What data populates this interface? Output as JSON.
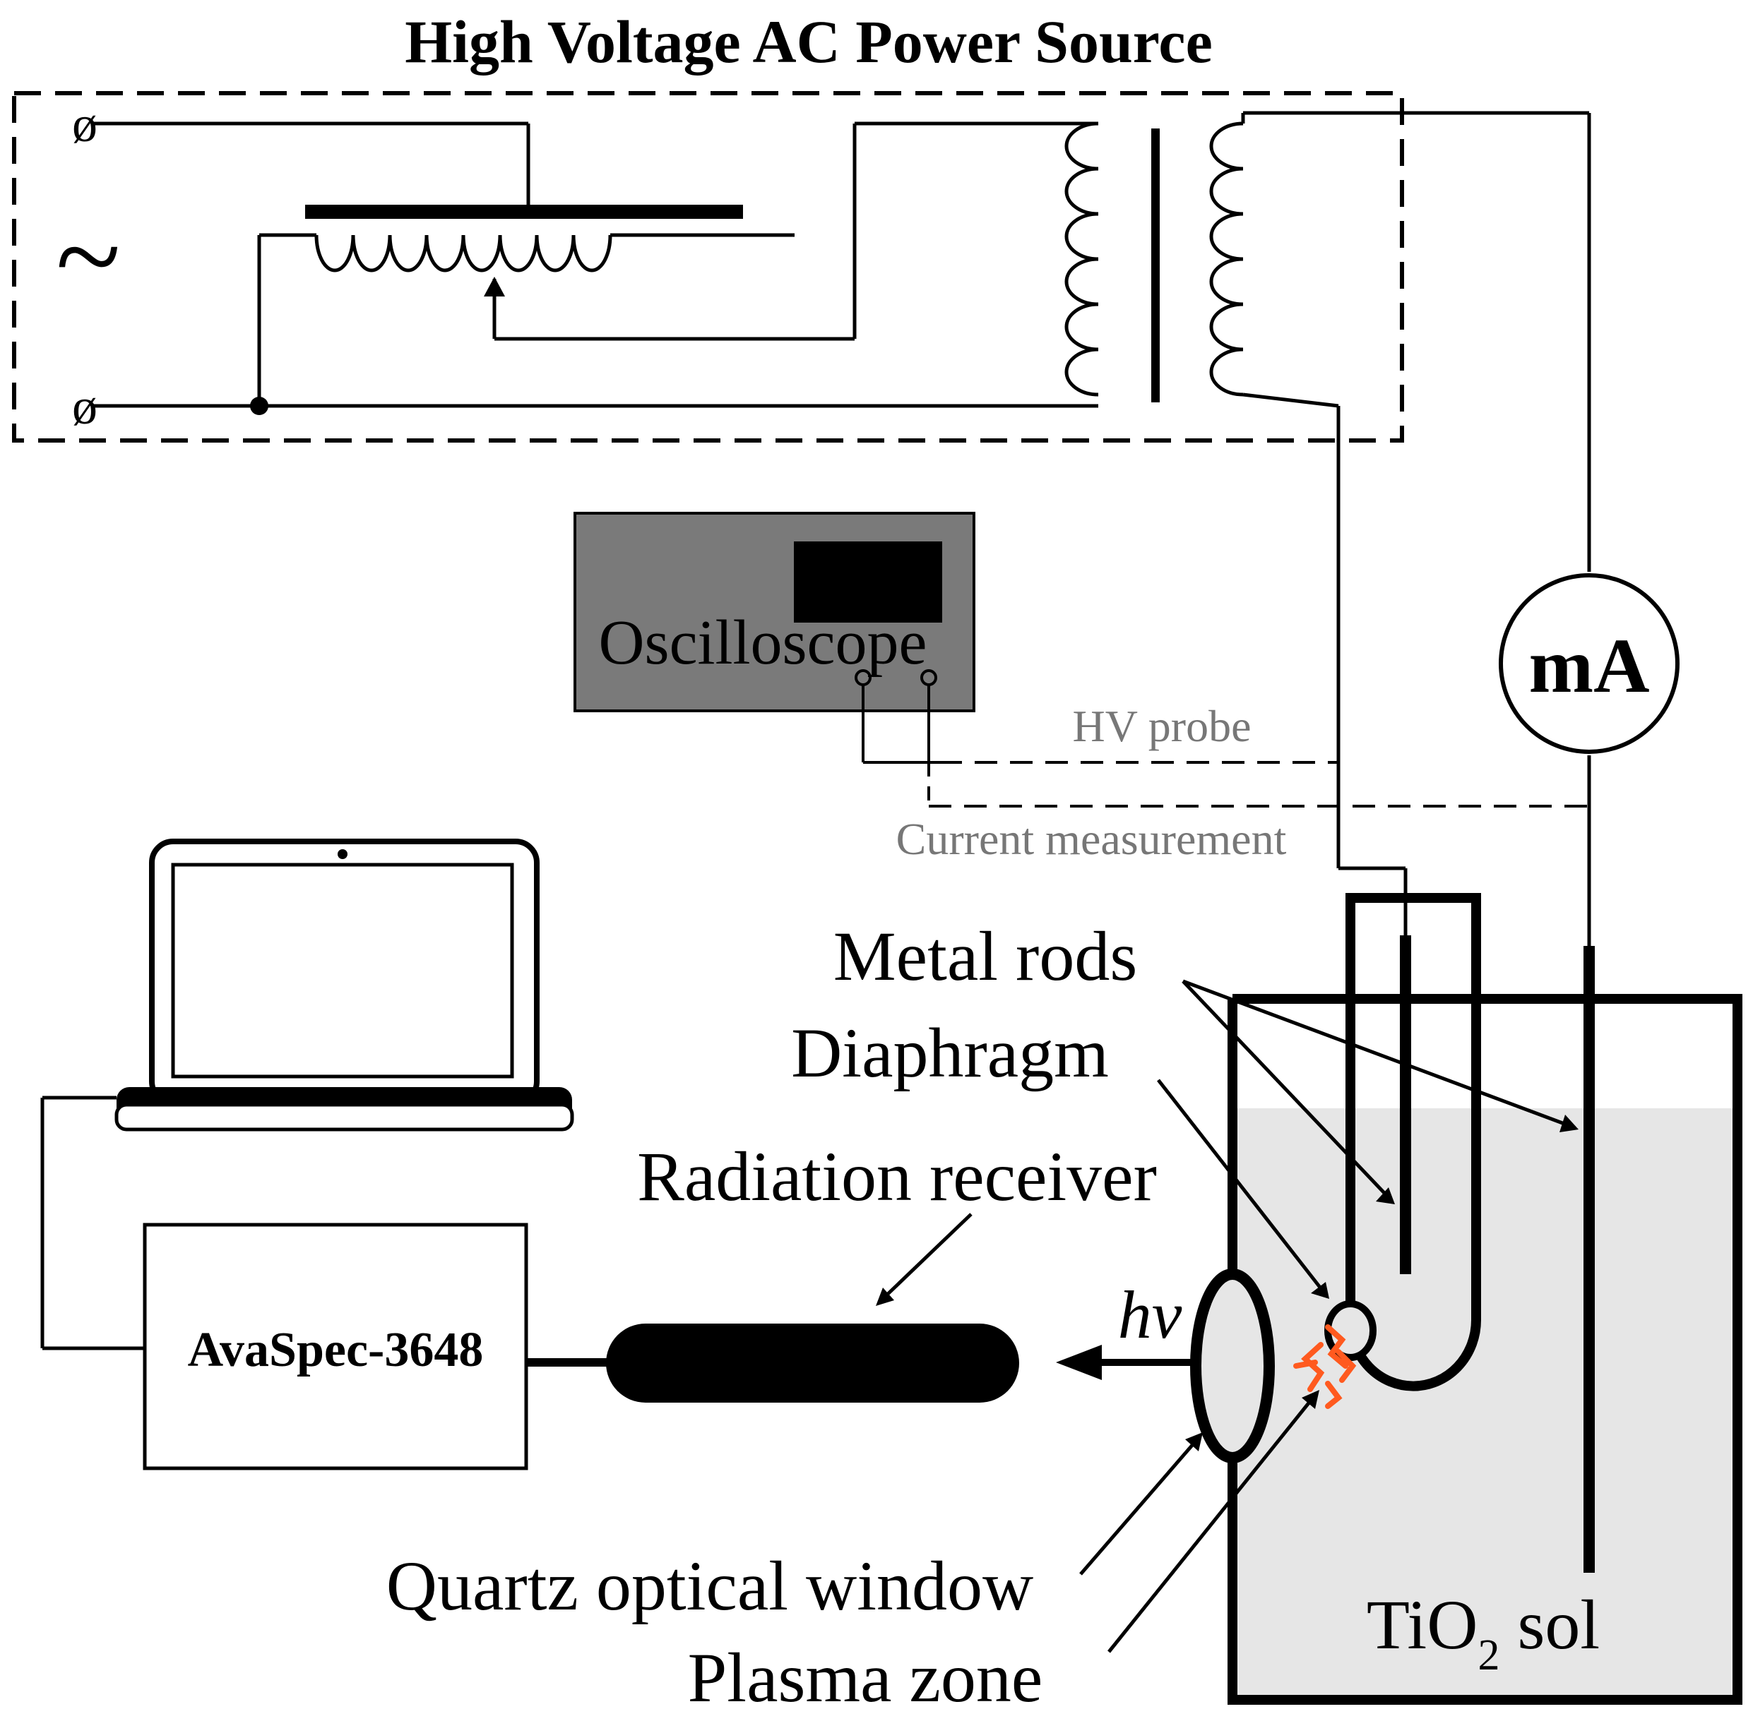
{
  "title": "High Voltage AC Power Source",
  "ac_symbol": "~",
  "terminal_symbol": "ø",
  "oscilloscope": {
    "label": "Oscilloscope"
  },
  "hv_probe_label": "HV probe",
  "current_measurement_label": "Current measurement",
  "ammeter_label": "mA",
  "spectrometer_label": "AvaSpec-3648",
  "photon_label": "hν",
  "labels": {
    "metal_rods": "Metal rods",
    "diaphragm": "Diaphragm",
    "radiation_receiver": "Radiation receiver",
    "quartz_window": "Quartz optical window",
    "plasma_zone": "Plasma zone"
  },
  "sol": {
    "base": "TiO",
    "subscript": "2",
    "suffix": " sol"
  },
  "colors": {
    "line": "#000000",
    "oscilloscope_body": "#7a7a7a",
    "sol_fill": "#e6e6e6",
    "plasma": "#ff5a1f",
    "probe_text": "#777777"
  }
}
